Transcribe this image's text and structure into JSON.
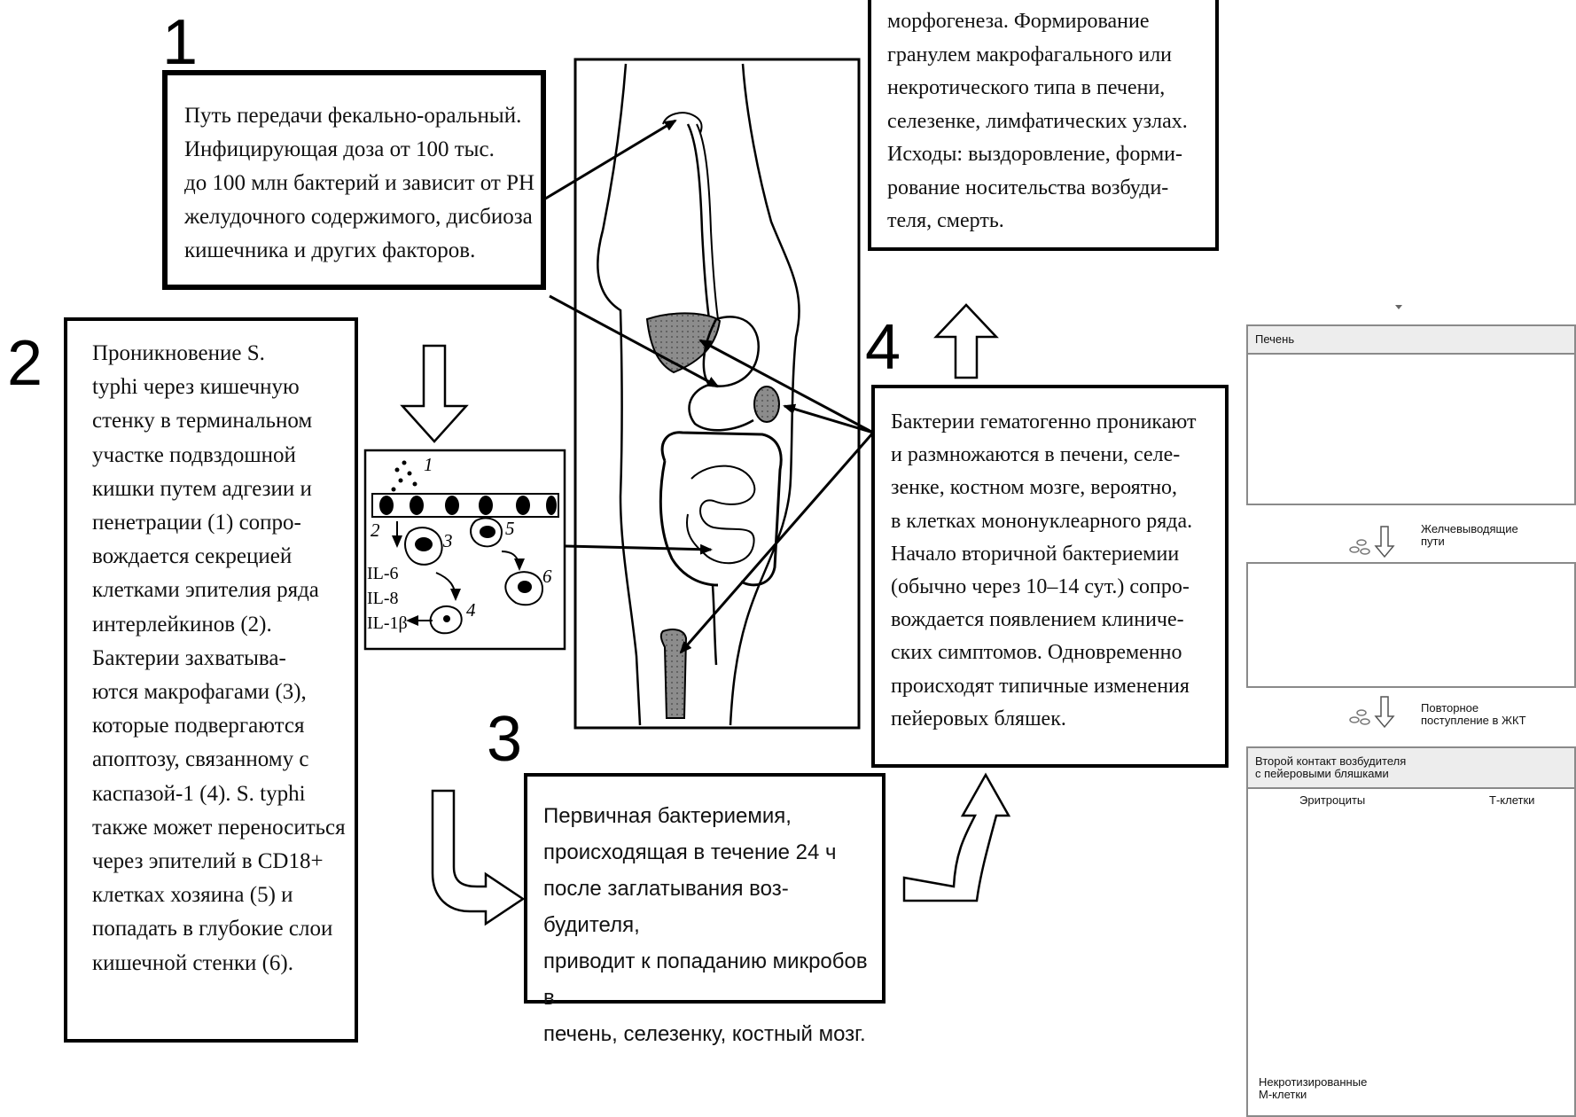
{
  "steps": {
    "step1": {
      "number": "1",
      "text": "Путь передачи фекально-оральный.\nИнфицирующая доза от 100 тыс.\nдо 100 млн бактерий и зависит от PH\nжелудочного содержимого, дисбиоза\nкишечника и других факторов."
    },
    "step2": {
      "number": "2",
      "text": "Проникновение S.\ntyphi через кишечную\nстенку в терминальном\nучастке подвздошной\nкишки путем адгезии и\nпенетрации (1) сопро-\nвождается секрецией\nклетками эпителия ряда\nинтерлейкинов (2).\nБактерии захватыва-\nются макрофагами (3),\nкоторые подвергаются\nапоптозу, связанному с\nкаспазой-1 (4). S. typhi\nтакже может переноситься\nчерез эпителий в CD18+\nклетках хозяина (5) и\nпопадать в глубокие слои\nкишечной стенки (6)."
    },
    "step3": {
      "number": "3",
      "text": "Первичная бактериемия,\nпроисходящая в течение 24 ч\nпосле заглатывания воз-будителя,\nприводит к попаданию микробов в\nпечень, селезенку, костный мозг."
    },
    "step4": {
      "number": "4",
      "text": "Бактерии гематогенно проникают\nи размножаются в печени, селе-\nзенке, костном мозге, вероятно,\nв клетках мононуклеарного ряда.\nНачало вторичной бактериемии\n(обычно через 10–14 сут.) сопро-\nвождается появлением клиниче-\nских симптомов. Одновременно\nпроисходят типичные изменения\nпейеровых бляшек."
    },
    "step5": {
      "text": "морфогенеза. Формирование\nгранулем макрофагального или\nнекротического типа в печени,\nселезенке, лимфатических узлах.\nИсходы: выздоровление, форми-\nрование носительства возбуди-\nтеля, смерть."
    }
  },
  "inset": {
    "labels": [
      "1",
      "2",
      "3",
      "4",
      "5",
      "6"
    ],
    "cytokines": [
      "IL-6",
      "IL-8",
      "IL-1β"
    ]
  },
  "side_panel": {
    "liver_title": "Печень",
    "bile_ducts_label": "Желчевыводящие\nпути",
    "reentry_label": "Повторное\nпоступление в ЖКТ",
    "contact_title": "Второй контакт возбудителя\nс пейеровыми бляшками",
    "erythrocytes_label": "Эритроциты",
    "tcells_label": "Т-клетки",
    "necrotic_label": "Некротизированные\nМ-клетки"
  },
  "colors": {
    "box_border": "#000000",
    "panel_border": "#8a8a8a",
    "panel_header": "#ededed",
    "organ_fill": "#9a9a9a"
  }
}
